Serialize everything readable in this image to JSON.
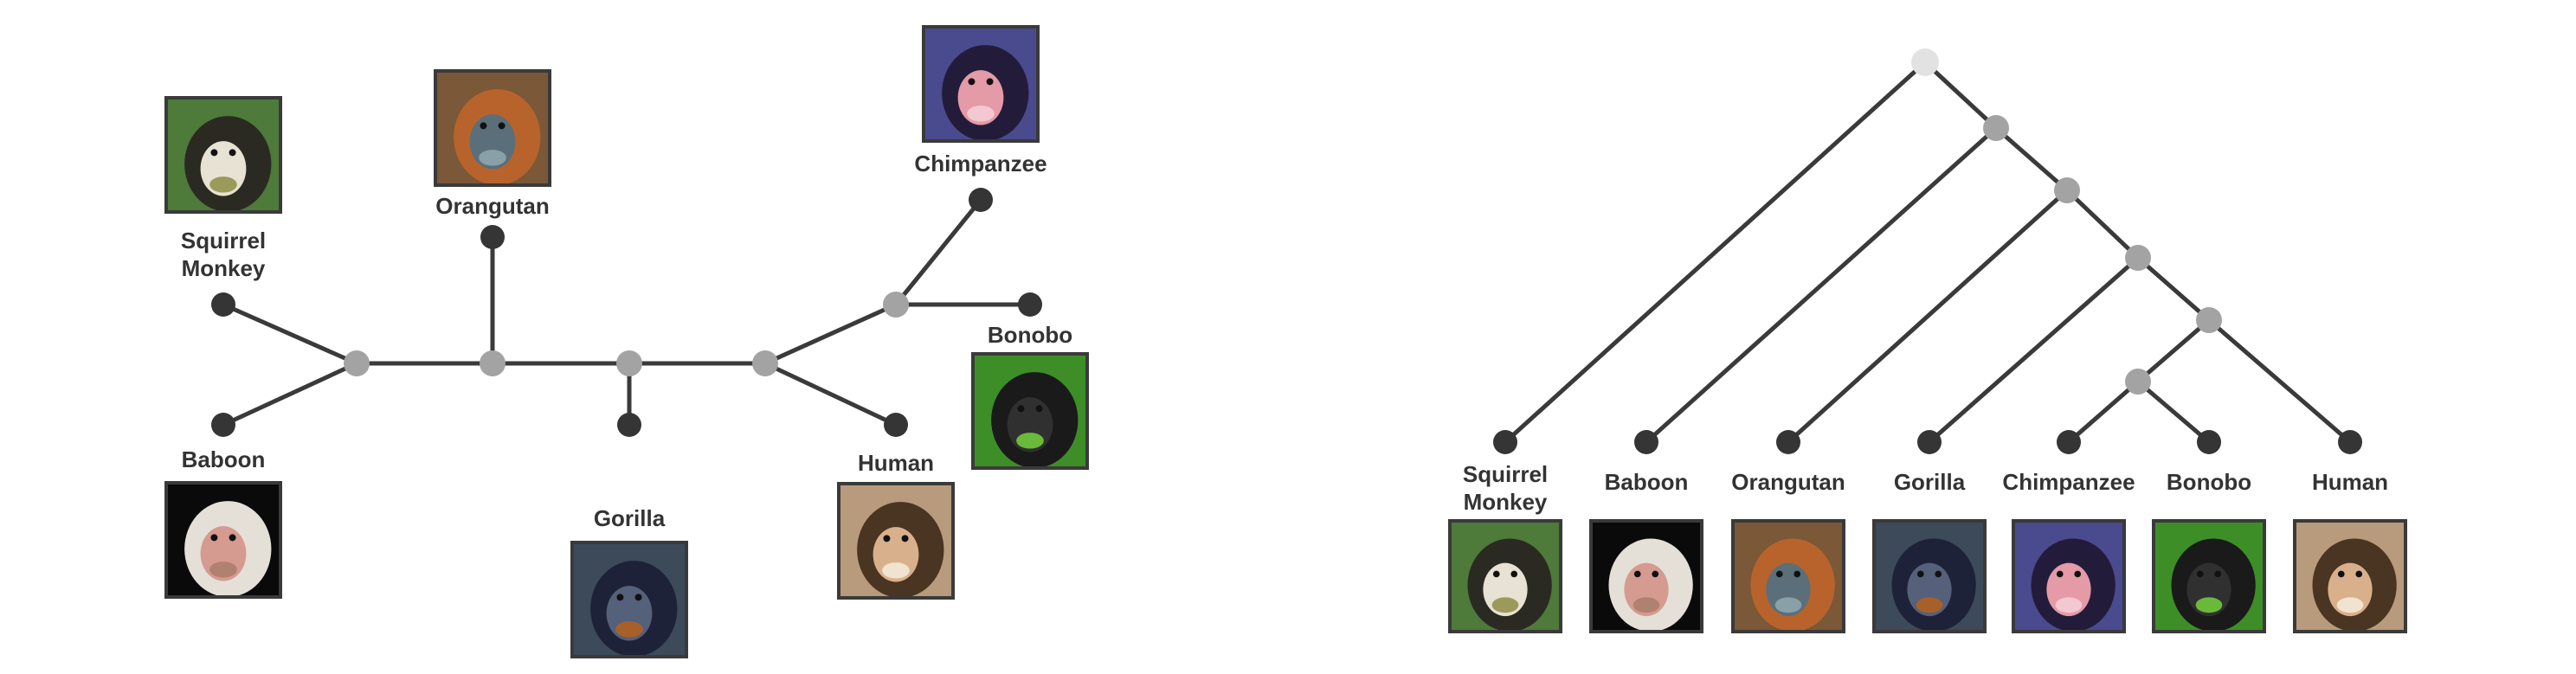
{
  "unrooted_tree": {
    "leaves": [
      {
        "id": "squirrel",
        "label_lines": [
          "Squirrel",
          "Monkey"
        ],
        "photo": {
          "bg": "#4e7a3a",
          "fur": "#2a2a22",
          "face": "#e8e2d4",
          "accent": "#9c9a5a"
        }
      },
      {
        "id": "baboon",
        "label_lines": [
          "Baboon"
        ],
        "photo": {
          "bg": "#0a0a0a",
          "fur": "#e4e0d8",
          "face": "#d59a90",
          "accent": "#b08070"
        }
      },
      {
        "id": "orangutan",
        "label_lines": [
          "Orangutan"
        ],
        "photo": {
          "bg": "#7a5838",
          "fur": "#b8632c",
          "face": "#5a6f7a",
          "accent": "#8aa0a8"
        }
      },
      {
        "id": "gorilla",
        "label_lines": [
          "Gorilla"
        ],
        "photo": {
          "bg": "#3c4a5a",
          "fur": "#1d2238",
          "face": "#55607a",
          "accent": "#a8602a"
        }
      },
      {
        "id": "chimpanzee",
        "label_lines": [
          "Chimpanzee"
        ],
        "photo": {
          "bg": "#4a4a8e",
          "fur": "#221c3a",
          "face": "#e59aa8",
          "accent": "#f3c8d0"
        }
      },
      {
        "id": "bonobo",
        "label_lines": [
          "Bonobo"
        ],
        "photo": {
          "bg": "#3e8e28",
          "fur": "#1a1a1a",
          "face": "#303030",
          "accent": "#6aba3a"
        }
      },
      {
        "id": "human",
        "label_lines": [
          "Human"
        ],
        "photo": {
          "bg": "#b89a7c",
          "fur": "#4a3422",
          "face": "#d8b08c",
          "accent": "#f0e4d0"
        }
      }
    ]
  },
  "rooted_tree": {
    "leaves": [
      {
        "id": "squirrel",
        "label_lines": [
          "Squirrel",
          "Monkey"
        ],
        "photo": {
          "bg": "#4e7a3a",
          "fur": "#2a2a22",
          "face": "#e8e2d4",
          "accent": "#9c9a5a"
        }
      },
      {
        "id": "baboon",
        "label_lines": [
          "Baboon"
        ],
        "photo": {
          "bg": "#0a0a0a",
          "fur": "#e4e0d8",
          "face": "#d59a90",
          "accent": "#b08070"
        }
      },
      {
        "id": "orangutan",
        "label_lines": [
          "Orangutan"
        ],
        "photo": {
          "bg": "#7a5838",
          "fur": "#b8632c",
          "face": "#5a6f7a",
          "accent": "#8aa0a8"
        }
      },
      {
        "id": "gorilla",
        "label_lines": [
          "Gorilla"
        ],
        "photo": {
          "bg": "#3c4a5a",
          "fur": "#1d2238",
          "face": "#55607a",
          "accent": "#a8602a"
        }
      },
      {
        "id": "chimpanzee",
        "label_lines": [
          "Chimpanzee"
        ],
        "photo": {
          "bg": "#4a4a8e",
          "fur": "#221c3a",
          "face": "#e59aa8",
          "accent": "#f3c8d0"
        }
      },
      {
        "id": "bonobo",
        "label_lines": [
          "Bonobo"
        ],
        "photo": {
          "bg": "#3e8e28",
          "fur": "#1a1a1a",
          "face": "#303030",
          "accent": "#6aba3a"
        }
      },
      {
        "id": "human",
        "label_lines": [
          "Human"
        ],
        "photo": {
          "bg": "#b89a7c",
          "fur": "#4a3422",
          "face": "#d8b08c",
          "accent": "#f0e4d0"
        }
      }
    ]
  },
  "colors": {
    "edge": "#3a3a3a",
    "leaf_node": "#353535",
    "internal_node": "#a3a3a3",
    "root_node": "#e2e2e2",
    "label": "#333333"
  }
}
